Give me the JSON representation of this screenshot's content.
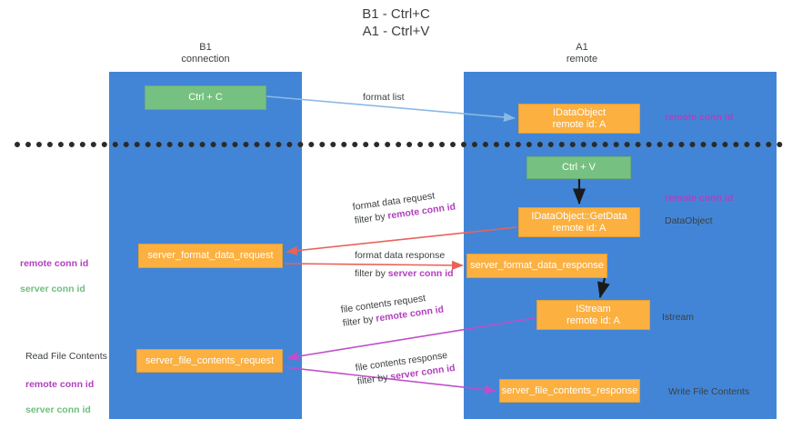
{
  "title": "B1 - Ctrl+C\nA1 - Ctrl+V",
  "lanes": [
    {
      "name": "lane-b1",
      "label": "B1\nconnection"
    },
    {
      "name": "lane-a1",
      "label": "A1\nremote"
    }
  ],
  "colors": {
    "lane": "#4285d6",
    "green_node": "#76c181",
    "orange_node": "#fbb040",
    "purple_text": "#b23fbf",
    "green_text": "#6fbf7d",
    "divider": "#2b2b2b",
    "arrow_blue": "#8ab9e6",
    "arrow_black": "#1a1a1a",
    "arrow_red": "#e8635a",
    "arrow_purple": "#c04ec9"
  },
  "nodes": {
    "ctrl_c": "Ctrl + C",
    "idataobject": "IDataObject\nremote id: A",
    "ctrl_v": "Ctrl + V",
    "getdata": "IDataObject::GetData\nremote id: A",
    "server_format_data_request": "server_format_data_request",
    "server_format_data_response": "server_format_data_response",
    "istream": "IStream\nremote id: A",
    "server_file_contents_request": "server_file_contents_request",
    "server_file_contents_response": "server_file_contents_response"
  },
  "edges": {
    "format_list": "format list",
    "format_data_request": "format data request",
    "format_data_request_filter_prefix": "filter by ",
    "format_data_request_filter_key": "remote conn id",
    "format_data_response": "format data response",
    "format_data_response_filter_prefix": "filter by ",
    "format_data_response_filter_key": "server conn id",
    "file_contents_request": "file contents request",
    "file_contents_request_filter_prefix": "filter by ",
    "file_contents_request_filter_key": "remote conn id",
    "file_contents_response": "file contents response",
    "file_contents_response_filter_prefix": "filter by ",
    "file_contents_response_filter_key": "server conn id"
  },
  "annotations": {
    "right_remote_conn_id_top": "remote conn id",
    "right_remote_conn_id_mid": "remote conn id",
    "right_dataobject": "DataObject",
    "right_istream": "Istream",
    "right_write_file_contents": "Write File Contents",
    "left_remote_conn_id": "remote conn id",
    "left_server_conn_id": "server conn id",
    "left_read_file_contents": "Read File Contents",
    "left_remote_conn_id_2": "remote conn id",
    "left_server_conn_id_2": "server conn id"
  }
}
